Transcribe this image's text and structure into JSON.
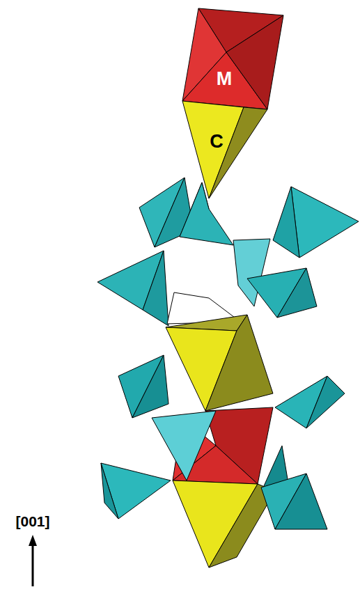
{
  "diagram": {
    "nodes": [
      {
        "text": [
          "M"
        ]
      },
      {
        "text": [
          "C"
        ]
      }
    ],
    "labels": [
      "[001]"
    ]
  }
}
